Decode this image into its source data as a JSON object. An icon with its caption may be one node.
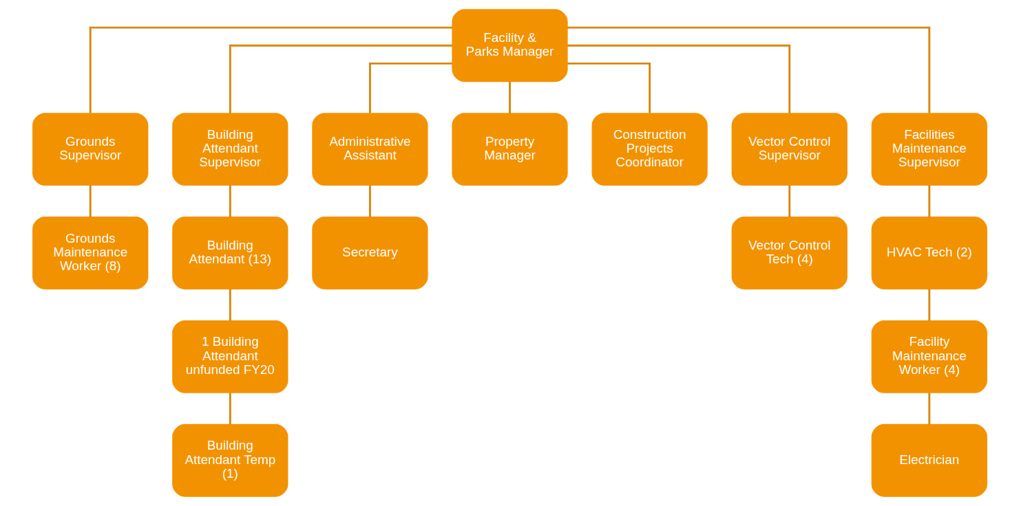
{
  "diagram": {
    "nodes": [
      {
        "text": [
          "Facility & Parks Manager"
        ]
      },
      {
        "text": [
          "Grounds Supervisor"
        ]
      },
      {
        "text": [
          "Building Attendant Supervisor"
        ]
      },
      {
        "text": [
          "Administrative Assistant"
        ]
      },
      {
        "text": [
          "Property Manager"
        ]
      },
      {
        "text": [
          "Construction Projects Coordinator"
        ]
      },
      {
        "text": [
          "Vector Control Supervisor"
        ]
      },
      {
        "text": [
          "Facilities Maintenance Supervisor"
        ]
      },
      {
        "text": [
          "Grounds Maintenance Worker (8)"
        ]
      },
      {
        "text": [
          "Building Attendant (13)"
        ]
      },
      {
        "text": [
          "Secretary"
        ]
      },
      {
        "text": [
          "Vector Control Tech (4)"
        ]
      },
      {
        "text": [
          "HVAC Tech (2)"
        ]
      },
      {
        "text": [
          "1 Building Attendant unfunded FY20"
        ]
      },
      {
        "text": [
          "Facility Maintenance Worker (4)"
        ]
      },
      {
        "text": [
          "Building Attendant Temp (1)"
        ]
      },
      {
        "text": [
          "Electrician"
        ]
      }
    ],
    "edges": [
      {
        "from": 0,
        "to": 1,
        "arrow": "none"
      },
      {
        "from": 0,
        "to": 2,
        "arrow": "none"
      },
      {
        "from": 0,
        "to": 3,
        "arrow": "none"
      },
      {
        "from": 0,
        "to": 4,
        "arrow": "none"
      },
      {
        "from": 0,
        "to": 5,
        "arrow": "none"
      },
      {
        "from": 0,
        "to": 6,
        "arrow": "none"
      },
      {
        "from": 0,
        "to": 7,
        "arrow": "none"
      },
      {
        "from": 1,
        "to": 8,
        "arrow": "none"
      },
      {
        "from": 2,
        "to": 9,
        "arrow": "none"
      },
      {
        "from": 3,
        "to": 10,
        "arrow": "none"
      },
      {
        "from": 6,
        "to": 11,
        "arrow": "none"
      },
      {
        "from": 7,
        "to": 12,
        "arrow": "none"
      },
      {
        "from": 9,
        "to": 13,
        "arrow": "none"
      },
      {
        "from": 12,
        "to": 14,
        "arrow": "none"
      },
      {
        "from": 13,
        "to": 15,
        "arrow": "none"
      },
      {
        "from": 14,
        "to": 16,
        "arrow": "none"
      }
    ]
  }
}
